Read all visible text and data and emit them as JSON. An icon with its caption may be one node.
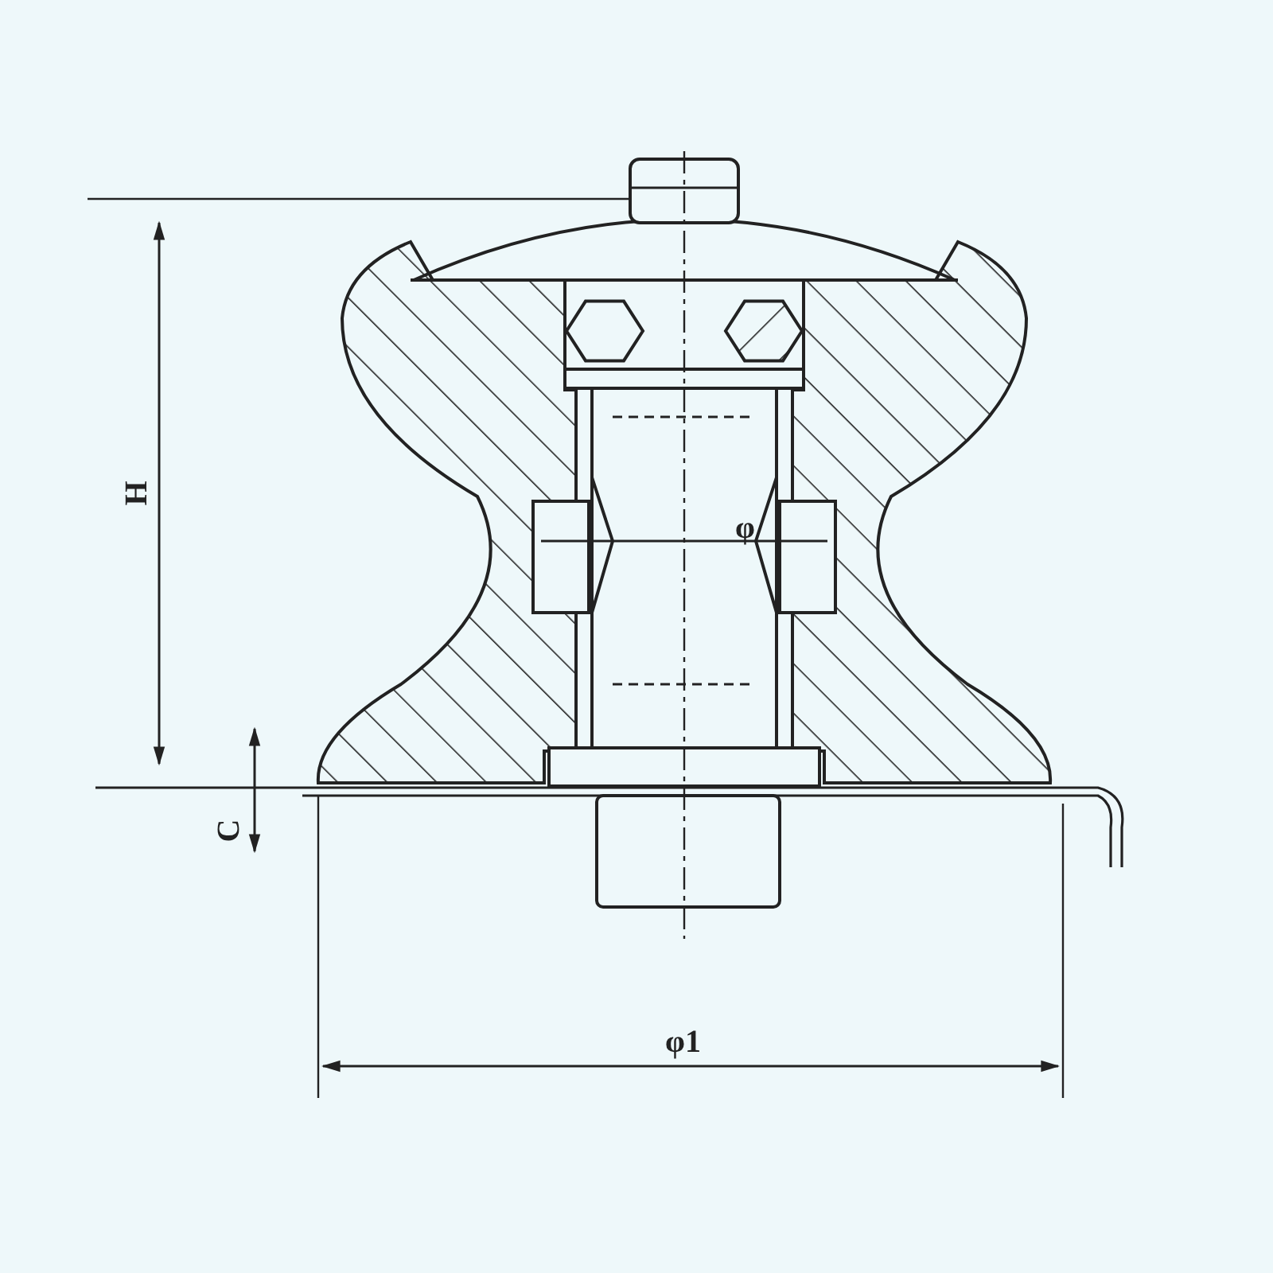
{
  "diagram": {
    "labels": [
      "H",
      "C",
      "φ",
      "φ1"
    ]
  }
}
